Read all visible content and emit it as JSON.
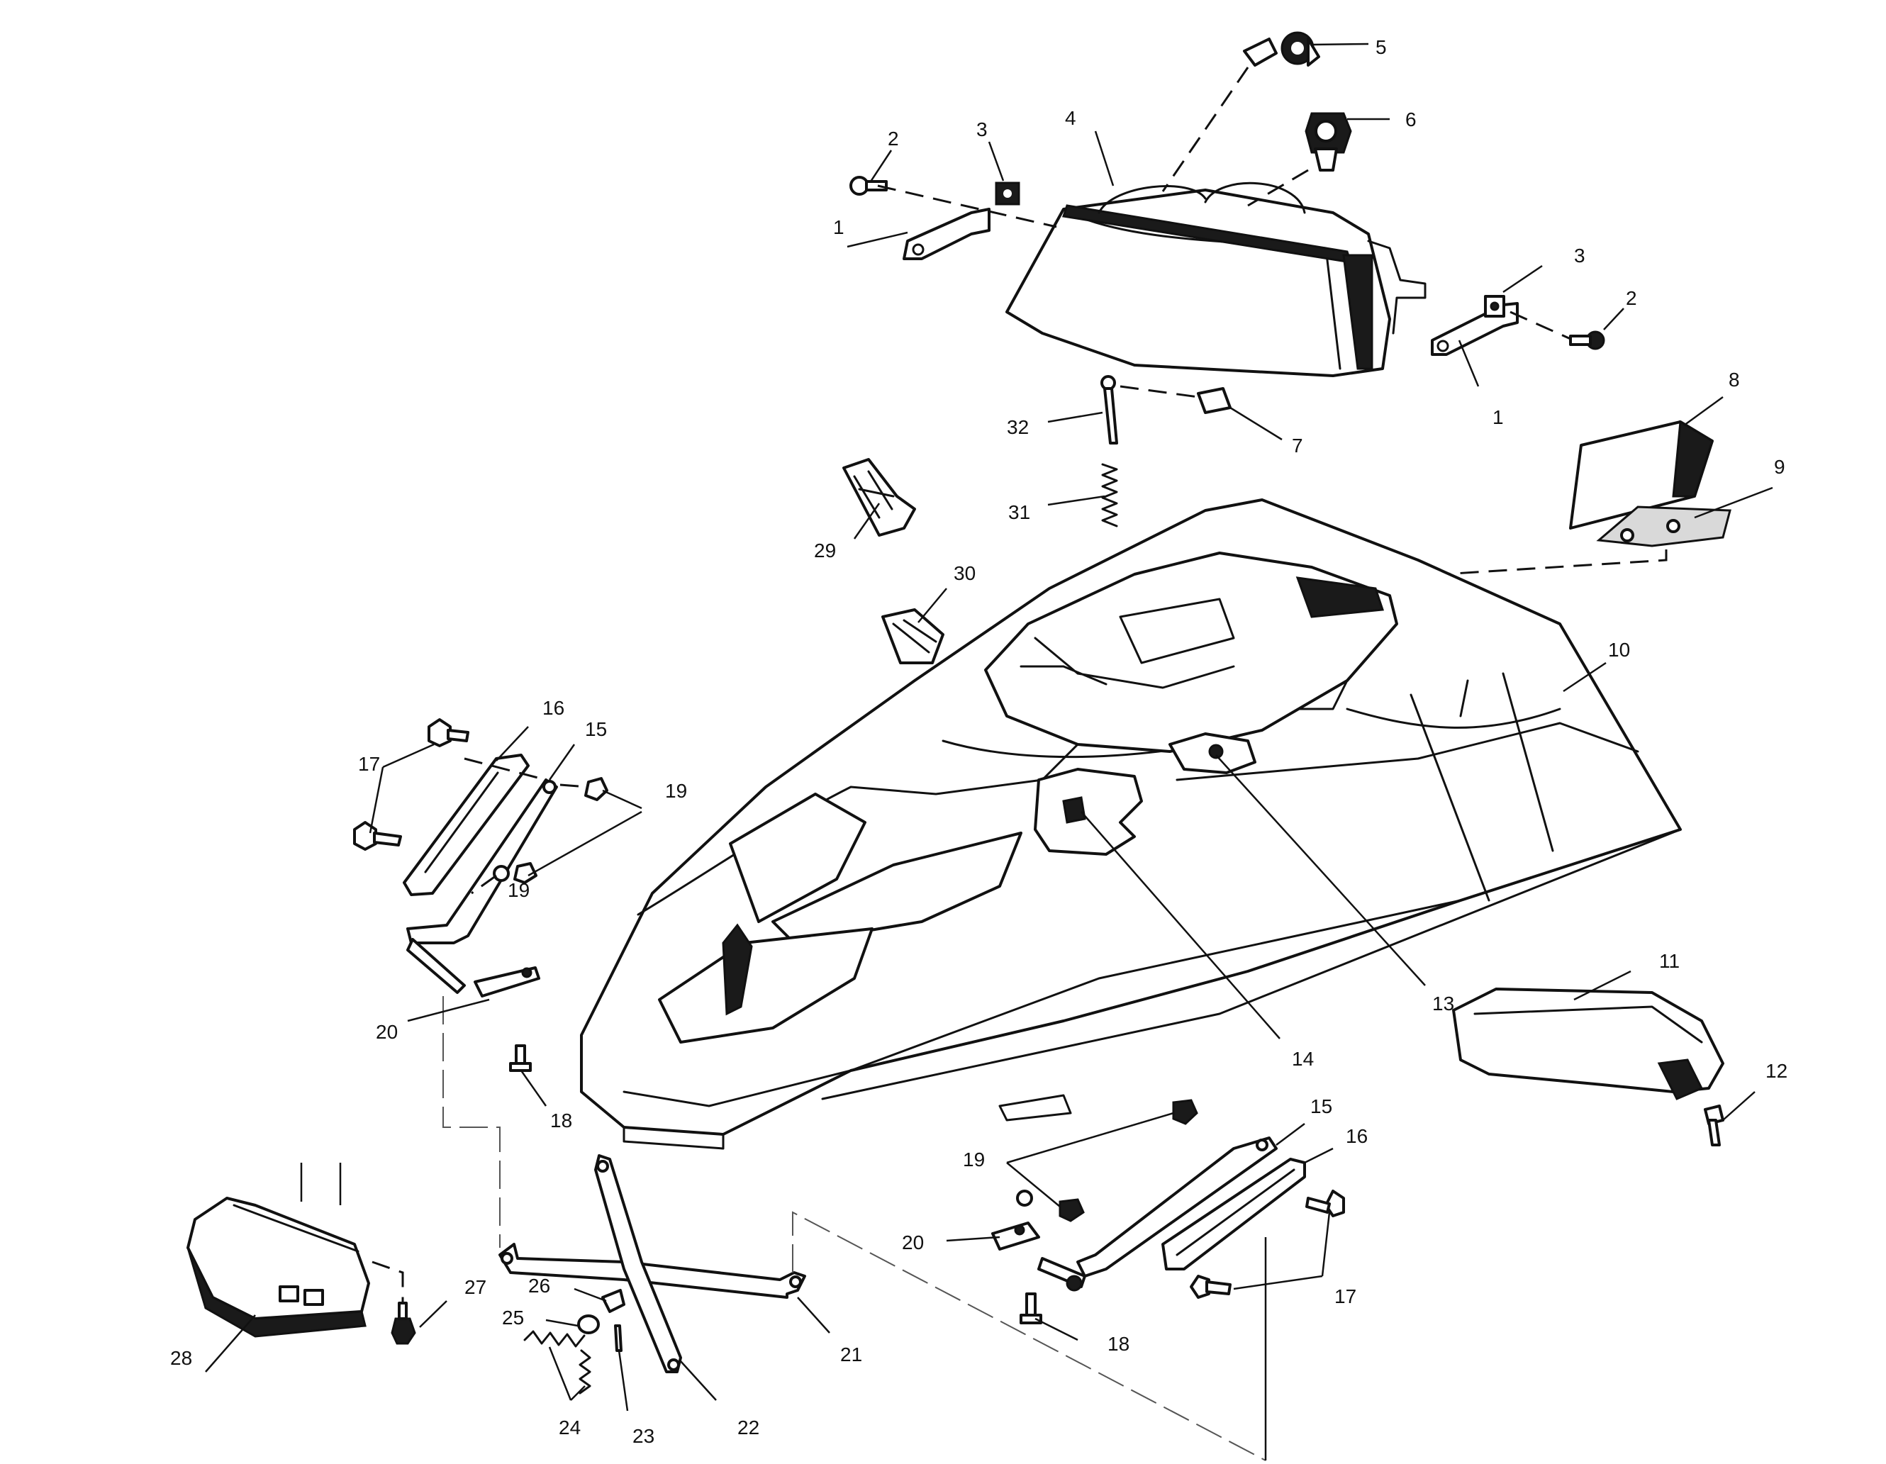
{
  "diagram": {
    "callouts": [
      "1",
      "2",
      "3",
      "4",
      "5",
      "6",
      "1",
      "3",
      "2",
      "7",
      "8",
      "9",
      "32",
      "31",
      "29",
      "30",
      "10",
      "16",
      "15",
      "17",
      "19",
      "19",
      "20",
      "18",
      "11",
      "12",
      "13",
      "14",
      "15",
      "16",
      "19",
      "20",
      "17",
      "18",
      "27",
      "28",
      "26",
      "25",
      "24",
      "23",
      "22",
      "21"
    ]
  }
}
